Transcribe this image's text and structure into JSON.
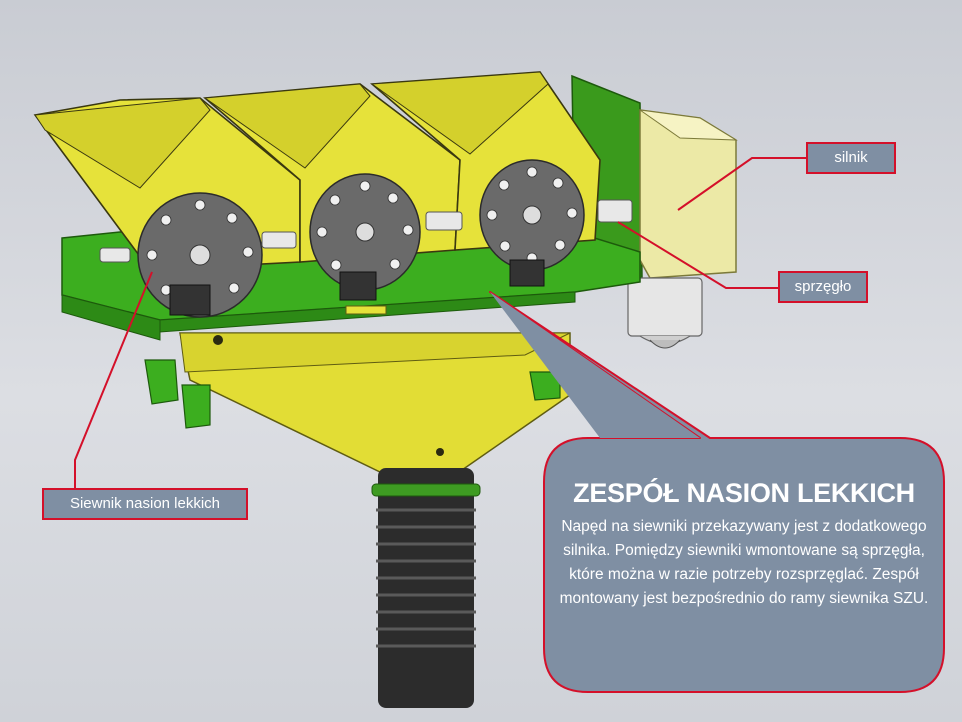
{
  "labels": {
    "motor": "silnik",
    "coupling": "sprzęgło",
    "light_seed_drill": "Siewnik nasion lekkich"
  },
  "callout": {
    "title": "ZESPÓŁ NASION LEKKICH",
    "body": "Napęd na siewniki przekazywany jest z dodatkowego silnika. Pomiędzy siewniki wmontowane są sprzęgła, które można w razie potrzeby rozsprzęglać. Zespół montowany jest bezpośrednio do ramy siewnika SZU."
  },
  "colors": {
    "hopper_yellow": "#e6e23a",
    "frame_green": "#3cae1f",
    "callout_fill": "#7f8fa3",
    "leader_red": "#d4102a",
    "motor_box": "#ece9a6"
  }
}
